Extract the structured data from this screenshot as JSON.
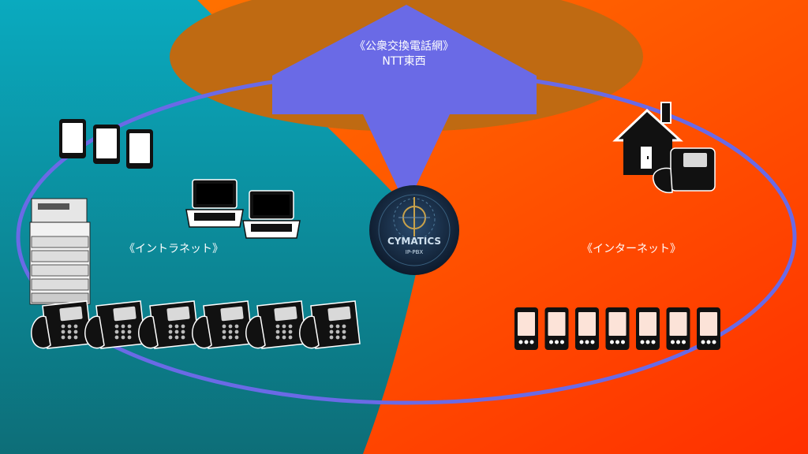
{
  "pstn": {
    "title": "《公衆交換電話網》",
    "subtitle": "NTT東西"
  },
  "zones": {
    "intranet_label": "《イントラネット》",
    "internet_label": "《インターネット》"
  },
  "pbx": {
    "brand": "CYMATICS",
    "product": "IP-PBX"
  },
  "colors": {
    "left_top": "#0aaabf",
    "left_bottom": "#0d6e78",
    "right_top": "#ff7a00",
    "right_bottom": "#ff3a00",
    "pstn_ellipse": "#bf6a12",
    "network_ring": "#6a6ae6",
    "diamond": "#6a6ae6"
  },
  "devices": {
    "tablets": 3,
    "laptops": 2,
    "desk_phones_intranet": 6,
    "smartphones_internet": 7,
    "home_phone": 1,
    "printer": 1
  }
}
